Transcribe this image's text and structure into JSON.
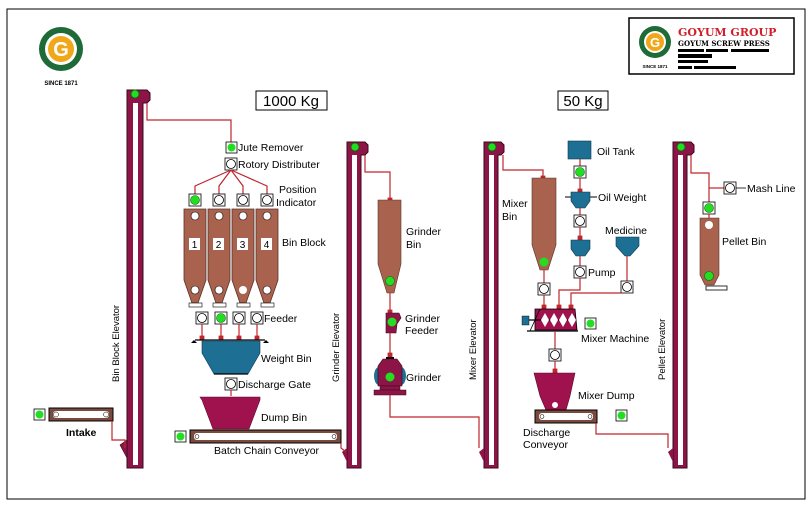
{
  "logo": {
    "letter": "G",
    "since": "SINCE 1871"
  },
  "brand_box": {
    "title": "GOYUM GROUP",
    "subtitle": "GOYUM SCREW PRESS",
    "since": "SINCE 1871"
  },
  "capacity": {
    "left": "1000 Kg",
    "right": "50 Kg"
  },
  "colors": {
    "elevator": "#8c1446",
    "bin": "#a8624e",
    "weigh": "#1d6f93",
    "dump": "#a0124e",
    "pipe": "#c0262c",
    "indicator_on": "#22dd22",
    "indicator_off": "#ffffff",
    "conveyor": "#7a4a3e"
  },
  "elevators": [
    {
      "id": "bin-block",
      "label": "Bin Block Elevator",
      "status": "on"
    },
    {
      "id": "grinder",
      "label": "Grinder Elevator",
      "status": "on"
    },
    {
      "id": "mixer",
      "label": "Mixer Elevator",
      "status": "on"
    },
    {
      "id": "pellet",
      "label": "Pellet Elevator",
      "status": "on"
    }
  ],
  "labels": {
    "intake": "Intake",
    "jute_remover": "Jute Remover",
    "rotory_distributer": "Rotory Distributer",
    "position_indicator_1": "Position",
    "position_indicator_2": "Indicator",
    "bin_block": "Bin Block",
    "feeder": "Feeder",
    "weight_bin": "Weight Bin",
    "discharge_gate": "Discharge Gate",
    "dump_bin": "Dump Bin",
    "batch_chain_conveyor": "Batch Chain Conveyor",
    "grinder_bin_1": "Grinder",
    "grinder_bin_2": "Bin",
    "grinder_feeder_1": "Grinder",
    "grinder_feeder_2": "Feeder",
    "grinder": "Grinder",
    "mixer_bin_1": "Mixer",
    "mixer_bin_2": "Bin",
    "oil_tank": "Oil Tank",
    "oil_weight": "Oil Weight",
    "medicine": "Medicine",
    "pump": "Pump",
    "mixer_machine": "Mixer Machine",
    "mixer_dump": "Mixer Dump",
    "discharge_conveyor_1": "Discharge",
    "discharge_conveyor_2": "Conveyor",
    "mash_line": "Mash Line",
    "pellet_bin": "Pellet Bin"
  },
  "bins": [
    {
      "number": "1",
      "top_sensor": "off",
      "bottom_sensor": "off",
      "position_indicator": "on",
      "feeder": "off"
    },
    {
      "number": "2",
      "top_sensor": "off",
      "bottom_sensor": "off",
      "position_indicator": "off",
      "feeder": "on"
    },
    {
      "number": "3",
      "top_sensor": "off",
      "bottom_sensor": "off",
      "position_indicator": "off",
      "feeder": "off"
    },
    {
      "number": "4",
      "top_sensor": "off",
      "bottom_sensor": "off",
      "position_indicator": "off",
      "feeder": "off"
    }
  ],
  "status": {
    "intake": "on",
    "jute_remover": "on",
    "rotory_distributer": "off",
    "discharge_gate": "off",
    "batch_chain_conveyor": "on",
    "grinder_bin_low": "on",
    "grinder_feeder": "on",
    "grinder": "on",
    "mixer_bin_low": "on",
    "oil_tank_valve": "on",
    "oil_weight_valve": "off",
    "pump": "off",
    "mixer_bin_valve": "off",
    "medicine_valve": "off",
    "mixer_machine": "on",
    "mixer_dump_gate": "off",
    "discharge_conveyor": "on",
    "mash_line": "off",
    "pellet_bin_inlet": "on",
    "pellet_bin_top": "off",
    "pellet_bin_low": "on"
  }
}
